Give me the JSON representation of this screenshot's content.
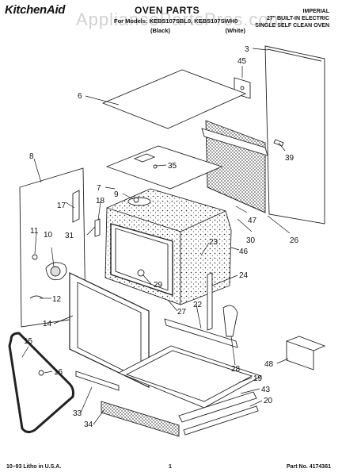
{
  "header": {
    "brand": "KitchenAid",
    "watermark": "AppliancePartsPros.com",
    "title": "OVEN PARTS",
    "for_line": "For Models: KEBS107SBL0, KEBS107SWH0",
    "color_left": "(Black)",
    "color_right": "(White)",
    "right_lines": [
      "IMPERIAL",
      "27\" BUILT-IN ELECTRIC",
      "SINGLE SELF CLEAN OVEN"
    ]
  },
  "callouts": [
    "3",
    "45",
    "6",
    "39",
    "35",
    "8",
    "7",
    "9",
    "17",
    "18",
    "47",
    "30",
    "26",
    "11",
    "31",
    "10",
    "23",
    "46",
    "29",
    "24",
    "12",
    "27",
    "22",
    "14",
    "15",
    "16",
    "28",
    "19",
    "48",
    "43",
    "33",
    "20",
    "34"
  ],
  "footer": {
    "left": "10–93  Litho in U.S.A.",
    "center": "1",
    "right": "Part No. 4174361"
  }
}
